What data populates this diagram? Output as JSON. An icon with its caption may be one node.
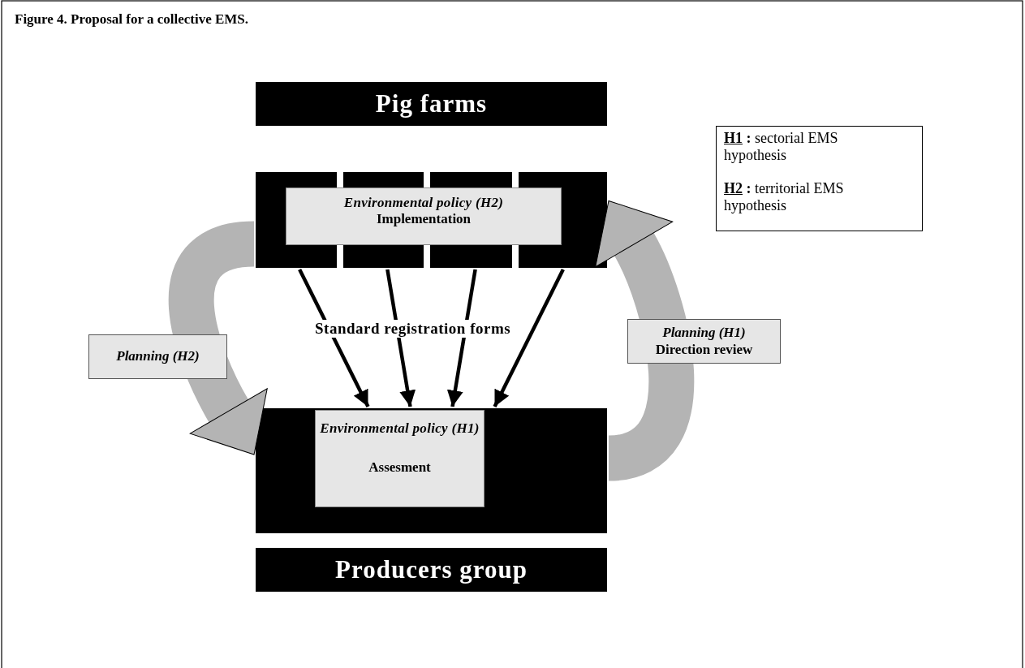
{
  "diagram": {
    "title": "Figure 4. Proposal for a collective EMS.",
    "nodes": [
      {
        "text": [
          "Pig farms"
        ]
      },
      {
        "text": [],
        "shape": "box"
      },
      {
        "text": [
          "Environmental policy (H2)",
          "Implementation"
        ],
        "in": 1
      },
      {
        "text": [],
        "shape": "box"
      },
      {
        "text": [
          "Environmental policy (H1)",
          "Assesment"
        ],
        "in": 3
      },
      {
        "text": [
          "Producers group"
        ]
      },
      {
        "text": [
          "**H1** **:** sectorial EMS hypothesis",
          "**H2** **:** territorial EMS hypothesis"
        ]
      }
    ],
    "edges": [
      {
        "from": 1,
        "to": 3,
        "arrow": "to"
      },
      {
        "from": 1,
        "to": 3,
        "arrow": "to"
      },
      {
        "from": 1,
        "to": 3,
        "arrow": "to"
      },
      {
        "from": 1,
        "to": 3,
        "arrow": "to"
      },
      {
        "from": 1,
        "to": 3,
        "arrow": "to",
        "style": "thick",
        "color": "#b4b4b4",
        "label": "*Planning (H2)*"
      },
      {
        "from": 3,
        "to": 1,
        "arrow": "to",
        "style": "thick",
        "color": "#b4b4b4",
        "label": "*Planning (H1)* Direction review"
      }
    ],
    "labels": [
      "Standard registration forms"
    ]
  }
}
